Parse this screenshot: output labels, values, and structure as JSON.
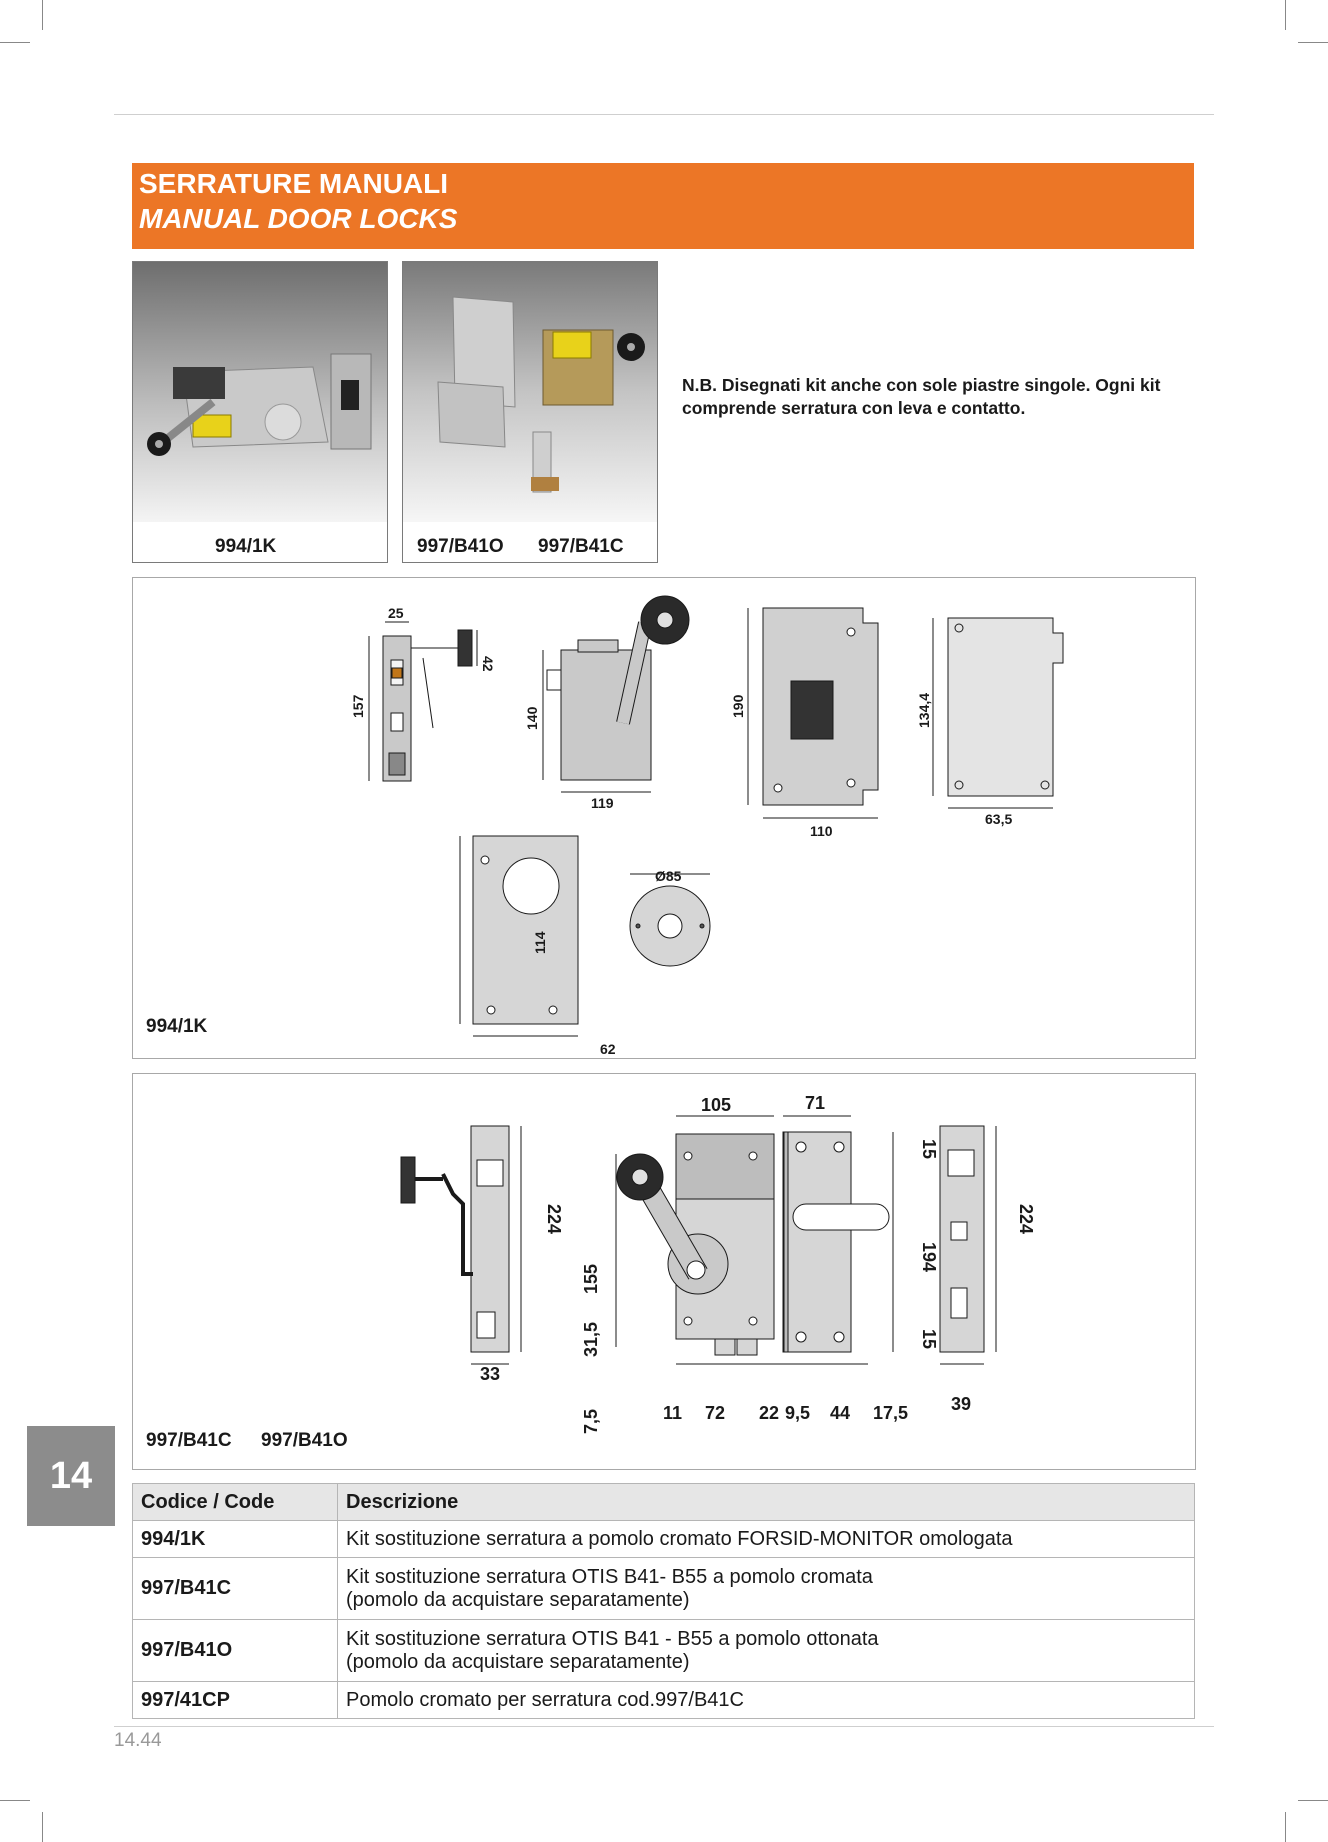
{
  "header": {
    "title_it": "SERRATURE MANUALI",
    "title_en": "MANUAL DOOR LOCKS"
  },
  "photos": [
    {
      "caption": "994/1K"
    },
    {
      "caption_a": "997/B41O",
      "caption_b": "997/B41C"
    }
  ],
  "note": "N.B. Disegnati kit anche con sole piastre singole. Ogni kit comprende serratura con leva e contatto.",
  "panel1": {
    "label": "994/1K",
    "dims": {
      "d25": "25",
      "d42": "42",
      "d157": "157",
      "d140": "140",
      "d119": "119",
      "d190": "190",
      "d110": "110",
      "d134": "134,4",
      "d63": "63,5",
      "d114": "114",
      "d62": "62",
      "d85": "Ø85"
    }
  },
  "panel2": {
    "label_a": "997/B41C",
    "label_b": "997/B41O",
    "dims": {
      "d224a": "224",
      "d33": "33",
      "d105": "105",
      "d71": "71",
      "d15a": "15",
      "d194": "194",
      "d15b": "15",
      "d155": "155",
      "d31": "31,5",
      "d7": "7,5",
      "d11": "11",
      "d72": "72",
      "d22": "22",
      "d9": "9,5",
      "d44": "44",
      "d17": "17,5",
      "d224b": "224",
      "d39": "39"
    }
  },
  "table": {
    "head_code": "Codice / Code",
    "head_desc": "Descrizione",
    "rows": [
      {
        "code": "994/1K",
        "desc1": "Kit sostituzione serratura a pomolo cromato FORSID-MONITOR omologata",
        "desc2": ""
      },
      {
        "code": "997/B41C",
        "desc1": "Kit sostituzione serratura OTIS B41- B55 a pomolo cromata",
        "desc2": "(pomolo da acquistare separatamente)"
      },
      {
        "code": "997/B41O",
        "desc1": "Kit sostituzione serratura OTIS B41 - B55 a pomolo ottonata",
        "desc2": "(pomolo da acquistare separatamente)"
      },
      {
        "code": "997/41CP",
        "desc1": "Pomolo cromato per serratura cod.997/B41C",
        "desc2": ""
      }
    ]
  },
  "side_tab": "14",
  "page_number": "14.44",
  "colors": {
    "accent": "#ec7626",
    "tab": "#8c8c8c",
    "lock_yellow": "#e8d21a"
  }
}
